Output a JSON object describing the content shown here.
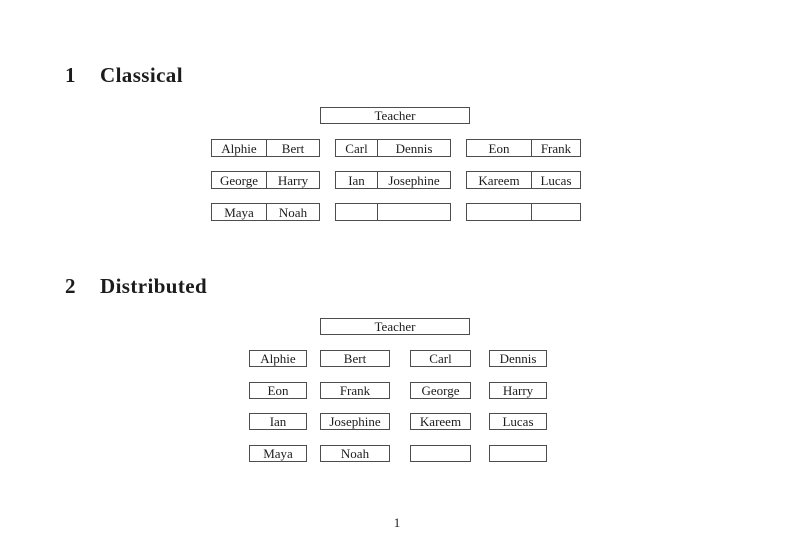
{
  "page": {
    "number": "1",
    "background_color": "#ffffff",
    "text_color": "#1c1c1c",
    "border_color": "#4d4d4d"
  },
  "sections": [
    {
      "number": "1",
      "title": "Classical"
    },
    {
      "number": "2",
      "title": "Distributed"
    }
  ],
  "classical": {
    "teacher_label": "Teacher",
    "groups": [
      {
        "rows": [
          [
            "Alphie",
            "Bert"
          ],
          [
            "George",
            "Harry"
          ],
          [
            "Maya",
            "Noah"
          ]
        ]
      },
      {
        "rows": [
          [
            "Carl",
            "Dennis"
          ],
          [
            "Ian",
            "Josephine"
          ],
          [
            "",
            ""
          ]
        ]
      },
      {
        "rows": [
          [
            "Eon",
            "Frank"
          ],
          [
            "Kareem",
            "Lucas"
          ],
          [
            "",
            ""
          ]
        ]
      }
    ]
  },
  "distributed": {
    "teacher_label": "Teacher",
    "rows": [
      [
        "Alphie",
        "Bert",
        "Carl",
        "Dennis"
      ],
      [
        "Eon",
        "Frank",
        "George",
        "Harry"
      ],
      [
        "Ian",
        "Josephine",
        "Kareem",
        "Lucas"
      ],
      [
        "Maya",
        "Noah",
        "",
        ""
      ]
    ]
  }
}
